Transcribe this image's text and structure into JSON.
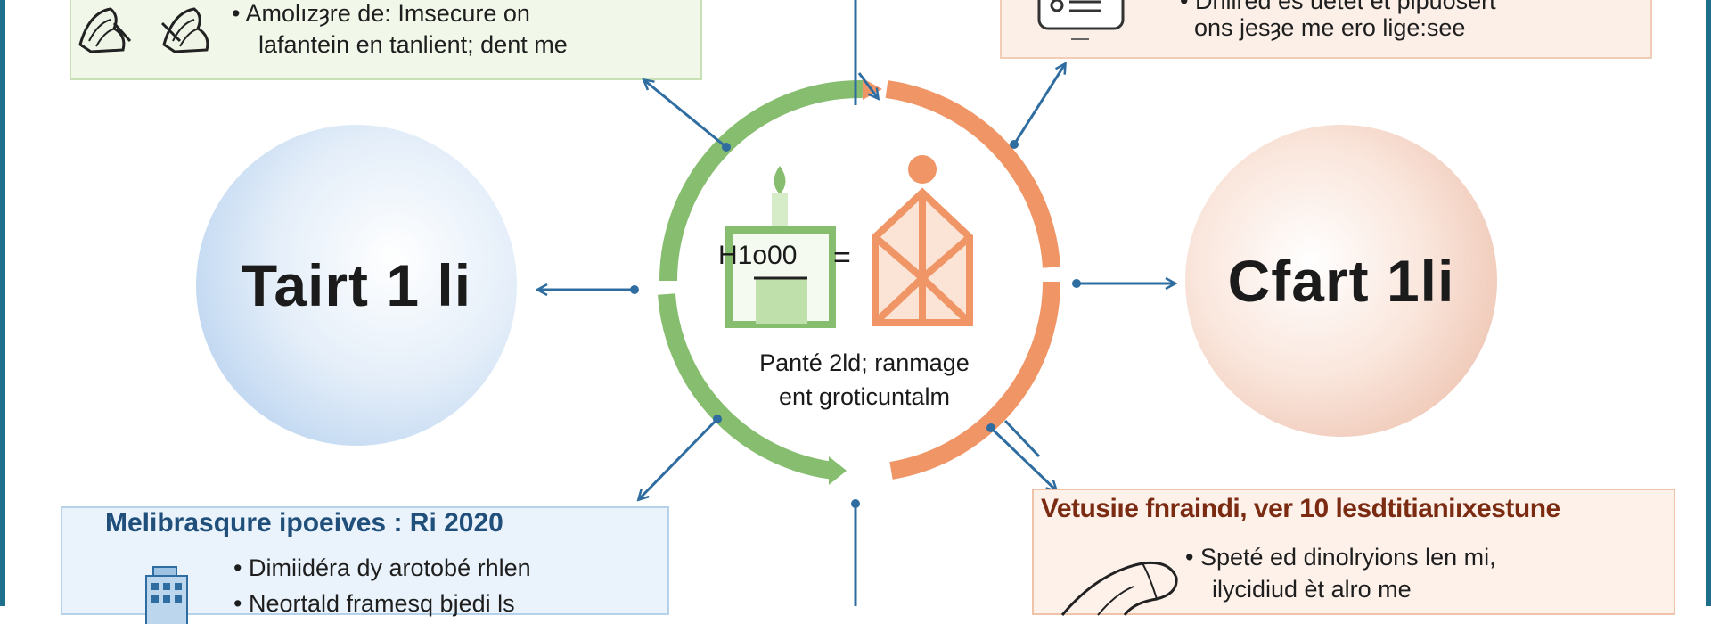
{
  "top_left": {
    "lines": [
      "Amolızȝre de: Imsecure on",
      "lafantein en tanlient; dent me"
    ],
    "icon": "hands-icon"
  },
  "top_right": {
    "lines": [
      "Dniired es uetet et pipuosert",
      "ons jesȝe me ero lige:see"
    ],
    "icon": "id-card-icon"
  },
  "left_circle": {
    "label": "Tairt 1 li"
  },
  "right_circle": {
    "label": "Cfart 1li"
  },
  "center": {
    "fraction_value": "H1o00",
    "equals": "=",
    "caption_line1": "Panté 2ld; ranmage",
    "caption_line2": "ent groticuntalm",
    "building_icon": "building-icon",
    "person_icon": "person-icon"
  },
  "bottom_left": {
    "title": "Melibrasqure ipoeives : Ri 2020",
    "lines": [
      "Dimiidéra dy arotobé rhlen",
      "Neortald framesq bjedi ls"
    ],
    "icon": "office-building-icon"
  },
  "bottom_right": {
    "title": "Vetusiıe fnraindi, ver 10 lesdtitianiıxestune",
    "lines": [
      "Speté ed dinolryions len mi,",
      "ilycidiud èt alro me"
    ],
    "icon": "sleeping-person-icon"
  },
  "colors": {
    "green": "#86bd6f",
    "orange": "#f09566",
    "blue_arrow": "#2f6da0",
    "frame": "#1d6f8c"
  }
}
